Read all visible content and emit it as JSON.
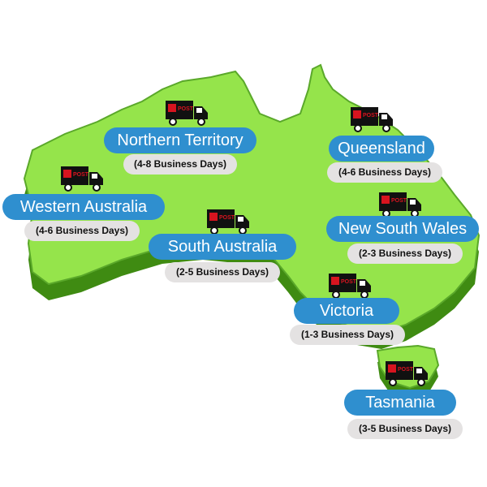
{
  "regions": [
    {
      "name": "Northern Territory",
      "days": "(4-8 Business Days)"
    },
    {
      "name": "Queensland",
      "days": "(4-6 Business Days)"
    },
    {
      "name": "Western Australia",
      "days": "(4-6 Business Days)"
    },
    {
      "name": "South Australia",
      "days": "(2-5 Business Days)"
    },
    {
      "name": "New South Wales",
      "days": "(2-3 Business Days)"
    },
    {
      "name": "Victoria",
      "days": "(1-3 Business Days)"
    },
    {
      "name": "Tasmania",
      "days": "(3-5 Business Days)"
    }
  ],
  "truck_logo": "POST",
  "colors": {
    "land": "#95e44b",
    "land_shadow": "#3f8b12",
    "pill": "#2f8fcf",
    "days_pill": "#e4e2e2",
    "truck_logo": "#d7141f"
  }
}
